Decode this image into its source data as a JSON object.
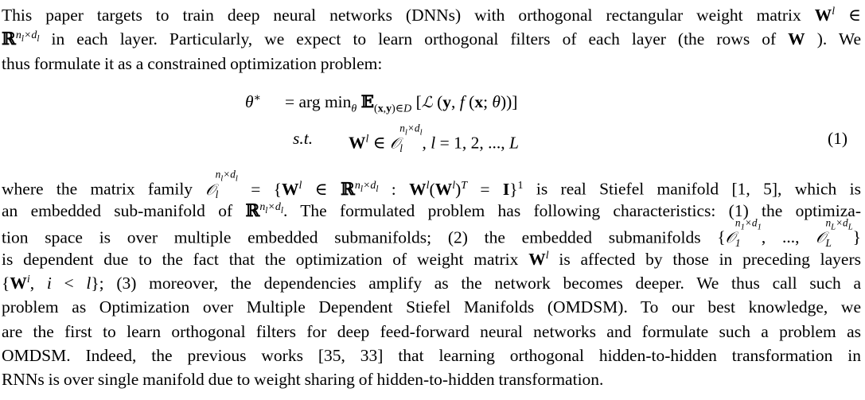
{
  "paragraph1": {
    "line1_text": "This paper targets to train deep neural networks (DNNs) with orthogonal rectangular weight matrix ",
    "line2_text": " in each layer. Particularly, we expect to learn orthogonal filters of each layer (the rows of ",
    "line2_end": " ). We",
    "line3_text": "thus formulate it as a constrained optimization problem:"
  },
  "equation": {
    "lhs_symbol": "θ*",
    "rhs_row1": "= arg min",
    "constraint_label": "s.t.",
    "constraint_tail": ", l = 1, 2, ..., L",
    "number": "(1)"
  },
  "paragraph2": {
    "l1_a": "where the matrix family ",
    "l1_b": " is real Stiefel manifold [1, 5], which is",
    "l2_a": "an embedded sub-manifold of ",
    "l2_b": ". The formulated problem has following characteristics: (1) the optimiza-",
    "l3_a": "tion space is over multiple embedded submanifolds; (2) the embedded submanifolds ",
    "l4_a": "is dependent due to the fact that the optimization of weight matrix ",
    "l4_b": " is affected by those in preceding layers",
    "l5_b": "; (3) moreover, the dependencies amplify as the network becomes deeper. We thus call such a",
    "l6": "problem as Optimization over Multiple Dependent Stiefel Manifolds (OMDSM). To our best knowledge, we",
    "l7": "are the first to learn orthogonal filters for deep feed-forward neural networks and formulate such a problem as",
    "l8": "OMDSM. Indeed, the previous works  [35, 33] that learning orthogonal hidden-to-hidden transformation in",
    "l9": "RNNs is over single manifold due to weight sharing of hidden-to-hidden transformation."
  }
}
